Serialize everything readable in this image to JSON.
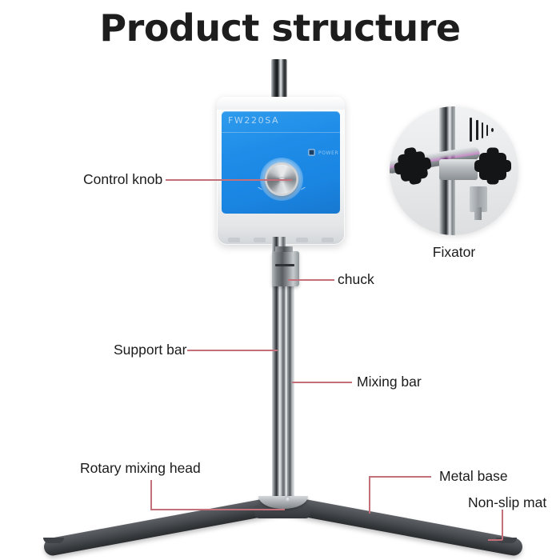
{
  "page": {
    "title": "Product structure",
    "background_color": "#ffffff"
  },
  "device": {
    "model_text": "FW220SA",
    "panel_color": "#1e8ce8",
    "housing_color": "#f4f5f6",
    "base_color": "#3a3d41",
    "leader_line_color": "#c4707a",
    "indicator_text": "POWER"
  },
  "callouts": [
    {
      "id": "control-knob",
      "label": "Control knob"
    },
    {
      "id": "chuck",
      "label": "chuck"
    },
    {
      "id": "support-bar",
      "label": "Support bar"
    },
    {
      "id": "mixing-bar",
      "label": "Mixing bar"
    },
    {
      "id": "rotary-mixing-head",
      "label": "Rotary mixing head"
    },
    {
      "id": "metal-base",
      "label": "Metal base"
    },
    {
      "id": "non-slip-mat",
      "label": "Non-slip mat"
    }
  ],
  "inset": {
    "caption": "Fixator"
  }
}
